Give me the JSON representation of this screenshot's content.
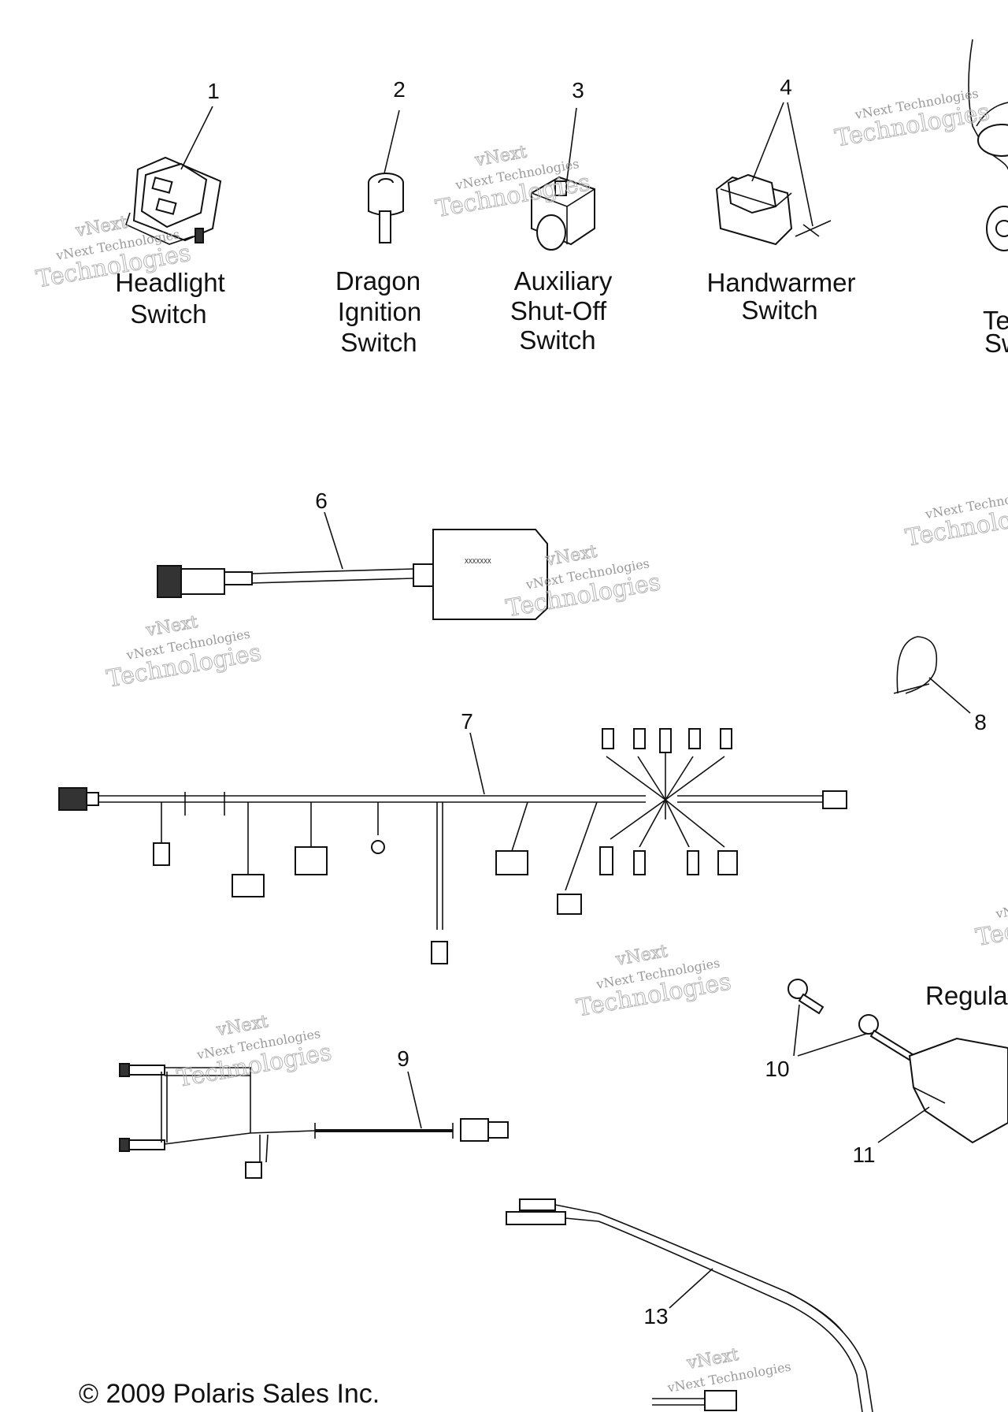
{
  "callouts": {
    "c1": "1",
    "c2": "2",
    "c3": "3",
    "c4": "4",
    "c6": "6",
    "c7": "7",
    "c8": "8",
    "c9": "9",
    "c10": "10",
    "c11": "11",
    "c13": "13"
  },
  "labels": {
    "headlight": [
      "Headlight",
      "Switch"
    ],
    "dragon": [
      "Dragon",
      "Ignition",
      "Switch"
    ],
    "auxiliary": [
      "Auxiliary",
      "Shut-Off",
      "Switch"
    ],
    "handwarmer": [
      "Handwarmer",
      "Switch"
    ],
    "thumb_partial": [
      "Te",
      "Sw"
    ],
    "regulator_partial": "Regula"
  },
  "module_text": "XXXXXXX",
  "watermark": {
    "line1": "vNext Technologies",
    "line2": "vNext",
    "line3": "Technologies"
  },
  "copyright": "© 2009 Polaris Sales Inc."
}
